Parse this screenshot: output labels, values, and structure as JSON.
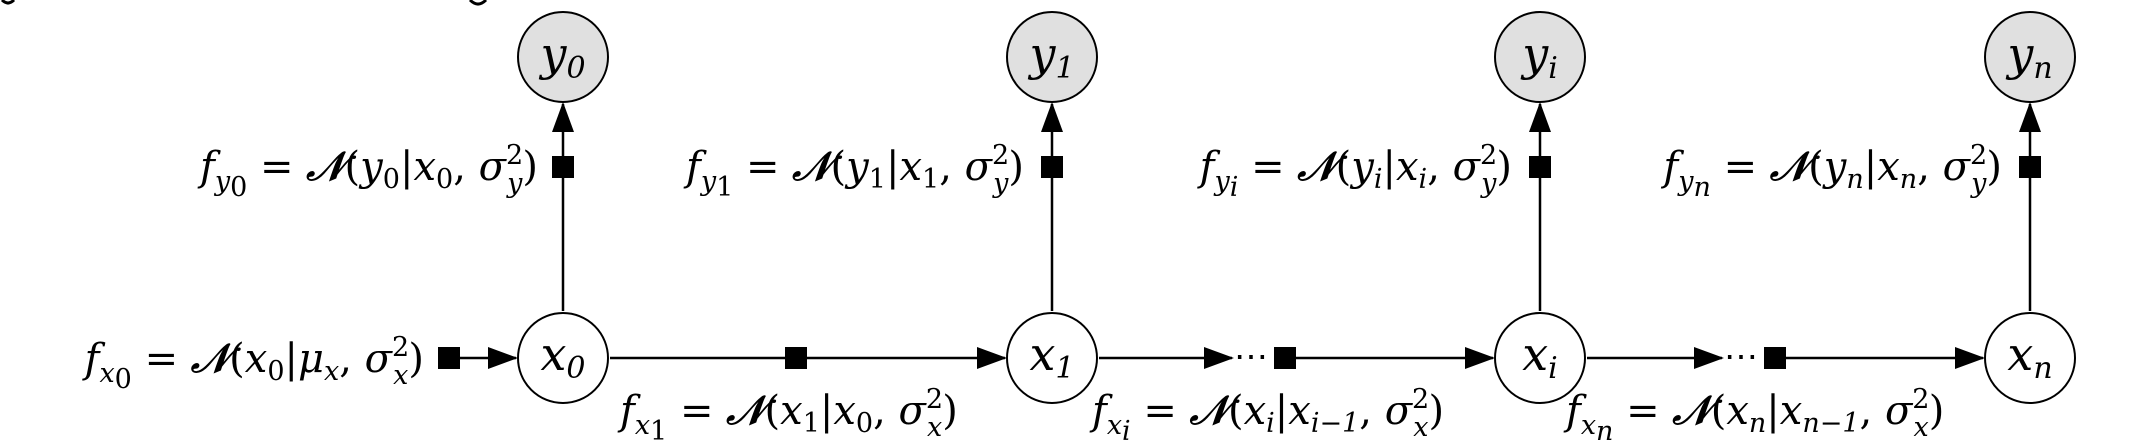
{
  "observed_nodes": [
    {
      "id": "y0",
      "base": "y",
      "sub": "0"
    },
    {
      "id": "y1",
      "base": "y",
      "sub": "1"
    },
    {
      "id": "yi",
      "base": "y",
      "sub": "i"
    },
    {
      "id": "yn",
      "base": "y",
      "sub": "n"
    }
  ],
  "hidden_nodes": [
    {
      "id": "x0",
      "base": "x",
      "sub": "0"
    },
    {
      "id": "x1",
      "base": "x",
      "sub": "1"
    },
    {
      "id": "xi",
      "base": "x",
      "sub": "i"
    },
    {
      "id": "xn",
      "base": "x",
      "sub": "n"
    }
  ],
  "ellipsis": "⋯",
  "factors": {
    "fy0": {
      "f": "f",
      "fsub": "y",
      "fsubsub": "0",
      "eq": " = ",
      "N": "𝒩",
      "open": "(",
      "a": "y",
      "asub": "0",
      "bar": "|",
      "b": "x",
      "bsub": "0",
      "comma": ", ",
      "sigma": "σ",
      "ssup": "2",
      "ssub": "y",
      "close": ")"
    },
    "fy1": {
      "f": "f",
      "fsub": "y",
      "fsubsub": "1",
      "eq": " = ",
      "N": "𝒩",
      "open": "(",
      "a": "y",
      "asub": "1",
      "bar": "|",
      "b": "x",
      "bsub": "1",
      "comma": ", ",
      "sigma": "σ",
      "ssup": "2",
      "ssub": "y",
      "close": ")"
    },
    "fyi": {
      "f": "f",
      "fsub": "y",
      "fsubsub": "i",
      "eq": " = ",
      "N": "𝒩",
      "open": "(",
      "a": "y",
      "asub": "i",
      "bar": "|",
      "b": "x",
      "bsub": "i",
      "comma": ", ",
      "sigma": "σ",
      "ssup": "2",
      "ssub": "y",
      "close": ")"
    },
    "fyn": {
      "f": "f",
      "fsub": "y",
      "fsubsub": "n",
      "eq": " = ",
      "N": "𝒩",
      "open": "(",
      "a": "y",
      "asub": "n",
      "bar": "|",
      "b": "x",
      "bsub": "n",
      "comma": ", ",
      "sigma": "σ",
      "ssup": "2",
      "ssub": "y",
      "close": ")"
    },
    "fx0": {
      "f": "f",
      "fsub": "x",
      "fsubsub": "0",
      "eq": " = ",
      "N": "𝒩",
      "open": "(",
      "a": "x",
      "asub": "0",
      "bar": "|",
      "b": "μ",
      "bsub": "x",
      "comma": ", ",
      "sigma": "σ",
      "ssup": "2",
      "ssub": "x",
      "close": ")"
    },
    "fx1": {
      "f": "f",
      "fsub": "x",
      "fsubsub": "1",
      "eq": " = ",
      "N": "𝒩",
      "open": "(",
      "a": "x",
      "asub": "1",
      "bar": "|",
      "b": "x",
      "bsub": "0",
      "comma": ", ",
      "sigma": "σ",
      "ssup": "2",
      "ssub": "x",
      "close": ")"
    },
    "fxi": {
      "f": "f",
      "fsub": "x",
      "fsubsub": "i",
      "eq": " = ",
      "N": "𝒩",
      "open": "(",
      "a": "x",
      "asub": "i",
      "bar": "|",
      "b": "x",
      "bsub": "i−1",
      "comma": ", ",
      "sigma": "σ",
      "ssup": "2",
      "ssub": "x",
      "close": ")"
    },
    "fxn": {
      "f": "f",
      "fsub": "x",
      "fsubsub": "n",
      "eq": " = ",
      "N": "𝒩",
      "open": "(",
      "a": "x",
      "asub": "n",
      "bar": "|",
      "b": "x",
      "bsub": "n−1",
      "comma": ", ",
      "sigma": "σ",
      "ssup": "2",
      "ssub": "x",
      "close": ")"
    }
  },
  "colors": {
    "observed_fill": "#e0e0e0",
    "hidden_fill": "#ffffff",
    "stroke": "#000000"
  }
}
